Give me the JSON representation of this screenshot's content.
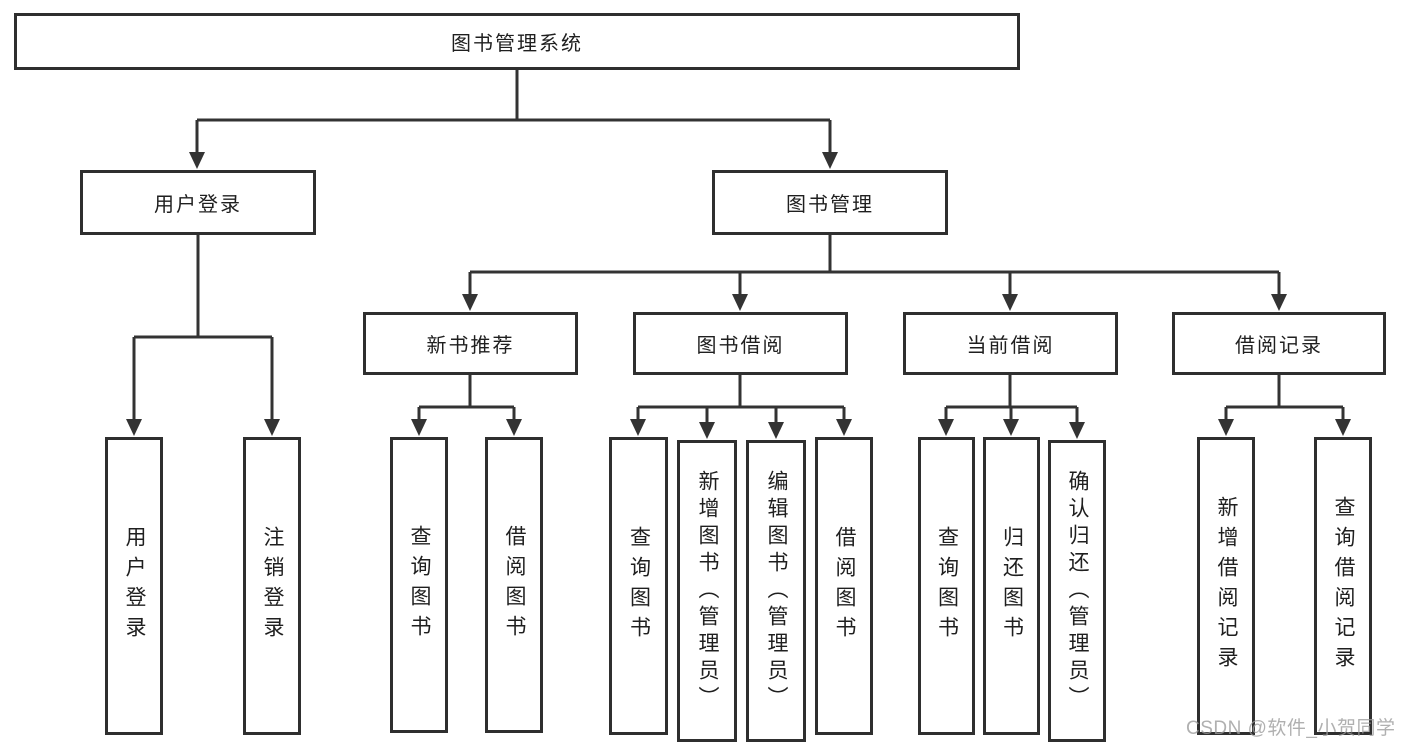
{
  "diagram_title": "图书管理系统",
  "nodes": {
    "root": "图书管理系统",
    "user_login": "用户登录",
    "book_mgmt": "图书管理",
    "new_book_rec": "新书推荐",
    "book_borrow": "图书借阅",
    "current_borrow": "当前借阅",
    "borrow_records": "借阅记录",
    "leaf_user_login": "用户登录",
    "leaf_logout": "注销登录",
    "rec_query_books": "查询图书",
    "rec_borrow_books": "借阅图书",
    "bb_query_books": "查询图书",
    "bb_add_books": "新增图书（管理员）",
    "bb_edit_books": "编辑图书（管理员）",
    "bb_borrow_books": "借阅图书",
    "cb_query_books": "查询图书",
    "cb_return_books": "归还图书",
    "cb_confirm_return": "确认归还（管理员）",
    "br_add_record": "新增借阅记录",
    "br_query_record": "查询借阅记录"
  },
  "hierarchy": {
    "图书管理系统": [
      "用户登录",
      "图书管理"
    ],
    "用户登录": [
      "用户登录",
      "注销登录"
    ],
    "图书管理": [
      "新书推荐",
      "图书借阅",
      "当前借阅",
      "借阅记录"
    ],
    "新书推荐": [
      "查询图书",
      "借阅图书"
    ],
    "图书借阅": [
      "查询图书",
      "新增图书（管理员）",
      "编辑图书（管理员）",
      "借阅图书"
    ],
    "当前借阅": [
      "查询图书",
      "归还图书",
      "确认归还（管理员）"
    ],
    "借阅记录": [
      "新增借阅记录",
      "查询借阅记录"
    ]
  },
  "watermark": "CSDN @软件_小贺同学",
  "colors": {
    "box_border": "#2f2f2f",
    "line": "#333333",
    "text": "#1f1f1f",
    "background": "#ffffff",
    "watermark": "#9b9b9b"
  }
}
